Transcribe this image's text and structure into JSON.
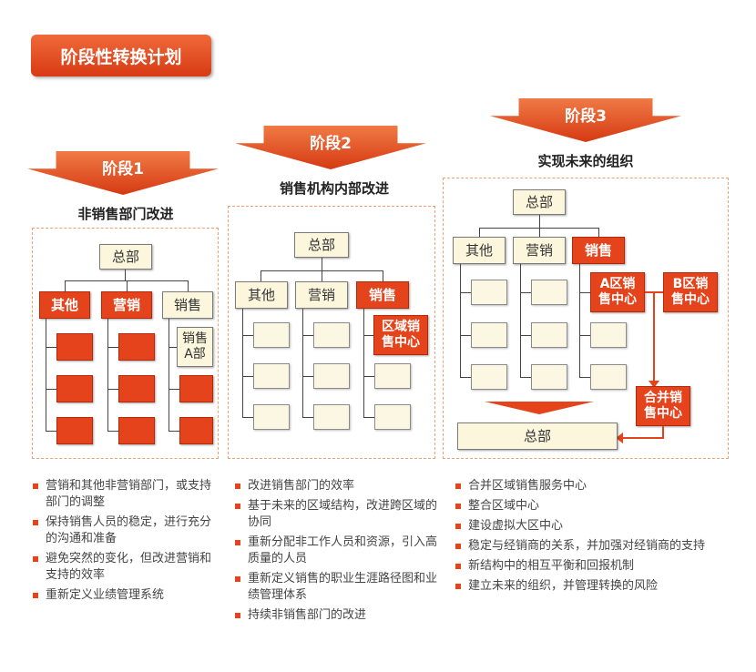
{
  "title": "阶段性转换计划",
  "stage1": {
    "label": "阶段1",
    "subtitle": "非销售部门改进",
    "hq": "总部",
    "col1": "其他",
    "col2": "营销",
    "col3": "销售",
    "sales_a": "销售A部",
    "bullets": [
      "营销和其他非营销部门，或支持部门的调整",
      "保持销售人员的稳定，进行充分的沟通和准备",
      "避免突然的变化，但改进营销和支持的效率",
      "重新定义业绩管理系统"
    ]
  },
  "stage2": {
    "label": "阶段2",
    "subtitle": "销售机构内部改进",
    "hq": "总部",
    "col1": "其他",
    "col2": "营销",
    "col3": "销售",
    "regional": "区域销售中心",
    "bullets": [
      "改进销售部门的效率",
      "基于未来的区域结构，改进跨区域的协同",
      "重新分配非工作人员和资源，引入高质量的人员",
      "重新定义销售的职业生涯路径图和业绩管理体系",
      "持续非销售部门的改进"
    ]
  },
  "stage3": {
    "label": "阶段3",
    "subtitle": "实现未来的组织",
    "hq_top": "总部",
    "col1": "其他",
    "col2": "营销",
    "col3": "销售",
    "center_a": "A区销售中心",
    "center_b": "B区销售中心",
    "merged": "合并销售中心",
    "hq_bottom": "总部",
    "bullets": [
      "合并区域销售服务中心",
      "整合区域中心",
      "建设虚拟大区中心",
      "稳定与经销商的关系，并加强对经销商的支持",
      "新结构中的相互平衡和回报机制",
      "建立未来的组织，并管理转换的风险"
    ]
  },
  "colors": {
    "accent": "#e5431b",
    "hq_fill": "#fbf6dc",
    "dashed_border": "#f0a070"
  }
}
